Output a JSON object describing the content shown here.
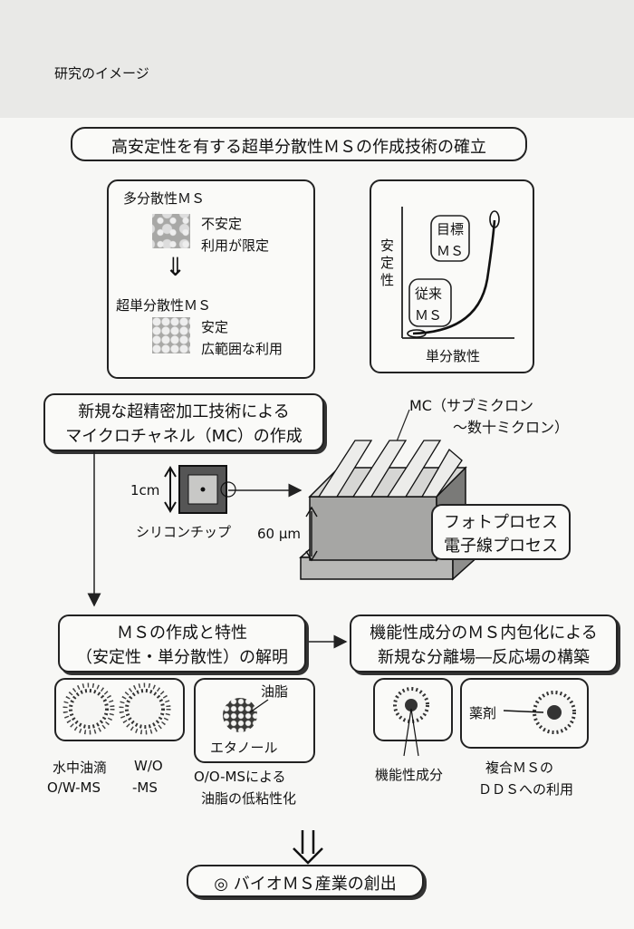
{
  "header": "研究のイメージ",
  "title": "高安定性を有する超単分散性ＭＳの作成技術の確立",
  "poly": {
    "label": "多分散性ＭＳ",
    "note1": "不安定",
    "note2": "利用が限定"
  },
  "mono": {
    "label": "超単分散性ＭＳ",
    "note1": "安定",
    "note2": "広範囲な利用"
  },
  "graph": {
    "ylabel": "安定性",
    "xlabel": "単分散性",
    "target_line1": "目標",
    "target_line2": "ＭＳ",
    "conv_line1": "従来",
    "conv_line2": "ＭＳ"
  },
  "tech": {
    "line1": "新規な超精密加工技術による",
    "line2": "マイクロチャネル（MC）の作成"
  },
  "mc": {
    "line1": "MC（サブミクロン",
    "line2": "～数十ミクロン）"
  },
  "chip": {
    "size": "1cm",
    "label": "シリコンチップ",
    "depth": "60 μm"
  },
  "process": {
    "line1": "フォトプロセス",
    "line2": "電子線プロセス"
  },
  "ms_make": {
    "line1": "ＭＳの作成と特性",
    "line2": "（安定性・単分散性）の解明"
  },
  "func": {
    "line1": "機能性成分のＭＳ内包化による",
    "line2": "新規な分離場―反応場の構築"
  },
  "emulsion": {
    "ow1": "水中油滴",
    "ow2": "O/W-MS",
    "wo1": "W/O",
    "wo2": "-MS"
  },
  "oo": {
    "oil": "油脂",
    "ethanol": "エタノール",
    "line1": "O/O-MSによる",
    "line2": "油脂の低粘性化"
  },
  "functional": {
    "label": "機能性成分"
  },
  "drug": {
    "label": "薬剤",
    "line1": "複合ＭＳの",
    "line2": "ＤＤＳへの利用"
  },
  "final": "◎ バイオＭＳ産業の創出"
}
